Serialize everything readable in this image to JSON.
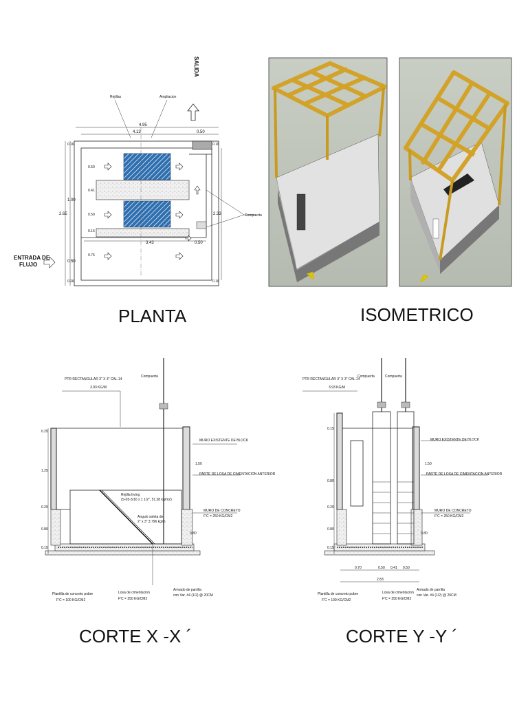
{
  "titles": {
    "planta": "PLANTA",
    "isometrico": "ISOMETRICO",
    "corte_x": "CORTE X -X ´",
    "corte_y": "CORTE Y -Y ´"
  },
  "planta": {
    "salida": "SALIDA",
    "entrada_line1": "ENTRADA DE",
    "entrada_line2": "FLUJO",
    "rejillas": "Rejillas",
    "ampliacion": "Ampliacion",
    "compuerta": "Compuerta",
    "dims": {
      "d495": "4.95",
      "d413": "4.13",
      "d050top": "0.50",
      "d016a": "0.16",
      "d016b": "0.16",
      "d265": "2.65",
      "d233": "2.33",
      "d100": "1.00",
      "d050left": "0.50",
      "d026": "0.26",
      "i050a": "0.50",
      "i041": "0.41",
      "i050b": "0.50",
      "i016": "0.16",
      "i076": "0.76",
      "d343": "3.43",
      "d050r": "0.50"
    }
  },
  "corte_x": {
    "ptr1": "PTR RECTANGULAR 3\" X 3\" CAL.14",
    "ptr2": "3.93 KG/M",
    "compuerta": "Compuerta",
    "muro_block": "MURO EXISTENTE DE BLOCK",
    "losa_anterior": "PARTE DE LOSA DE CIMENTACION ANTERIOR",
    "muro_concreto": "MURO DE CONCRETO",
    "fc250": "F'C = 250 KG/CM2",
    "rejilla1": "Rejilla Irving",
    "rejilla2": "(S-05-3/16 x 1 1/2\", 51.38 kg/m2)",
    "angulo1": "Angulo soleta de",
    "angulo2": "2\" x 3\" 3.796 kg/m",
    "plantilla1": "Plantilla de concreto pobre",
    "plantilla2": "F'C = 100 KG/CM2",
    "losa1": "Losa de cimentacion",
    "losa2": "F'C = 250 KG/CM2",
    "armado1": "Armado de parrilla",
    "armado2": "con Var. #4 (1/2) @ 20CM",
    "dims": {
      "d025": "0.25",
      "d125": "1.25",
      "d020": "0.20",
      "d080": "0.80",
      "d015": "0.15",
      "d150": "1.50",
      "d080r": "0.80"
    }
  },
  "corte_y": {
    "ptr1": "PTR RECTANGULAR 3\" X 3\" CAL.14",
    "ptr2": "3.93 KG/M",
    "compuerta_a": "Compuerta",
    "compuerta_b": "Compuerta",
    "muro_block": "MURO EXISTENTE DE BLOCK",
    "losa_anterior": "PARTE DE LOSA DE CIMENTACION ANTERIOR",
    "muro_concreto": "MURO DE CONCRETO",
    "fc250": "F'C = 250 KG/CM2",
    "plantilla1": "Plantilla de concreto pobre",
    "plantilla2": "F'C = 100 KG/CM2",
    "losa1": "Losa de cimentacion",
    "losa2": "F'C = 250 KG/CM2",
    "armado1": "Armado de parrilla",
    "armado2": "con Var. #4 (1/2) @ 20CM",
    "dims": {
      "d015": "0.15",
      "d080": "0.80",
      "d020": "0.20",
      "d080b": "0.80",
      "d015b": "0.15",
      "d150": "1.50",
      "d080r": "0.80",
      "b070": "0.70",
      "b050": "0.50",
      "b041": "0.41",
      "b050b": "0.50",
      "b283": "2.83"
    }
  }
}
